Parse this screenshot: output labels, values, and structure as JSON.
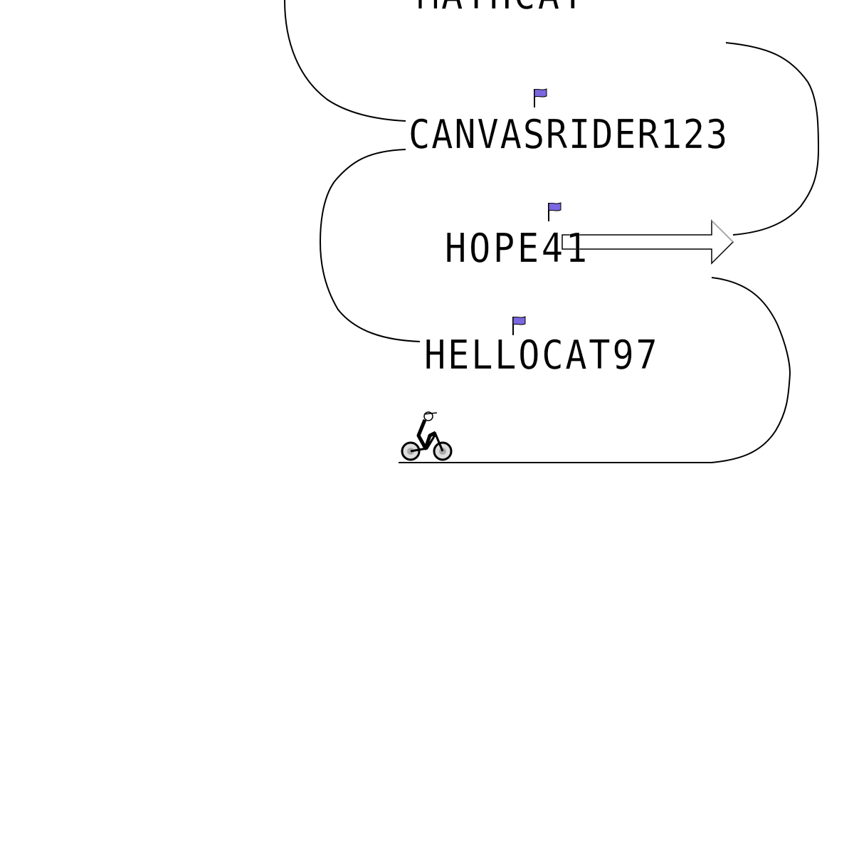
{
  "track": {
    "labels": [
      "MATHCAT",
      "CANVASRIDER123",
      "HOPE41",
      "HELLOCAT97"
    ],
    "flag_color": "#7b68e0",
    "line_color": "#000000"
  }
}
